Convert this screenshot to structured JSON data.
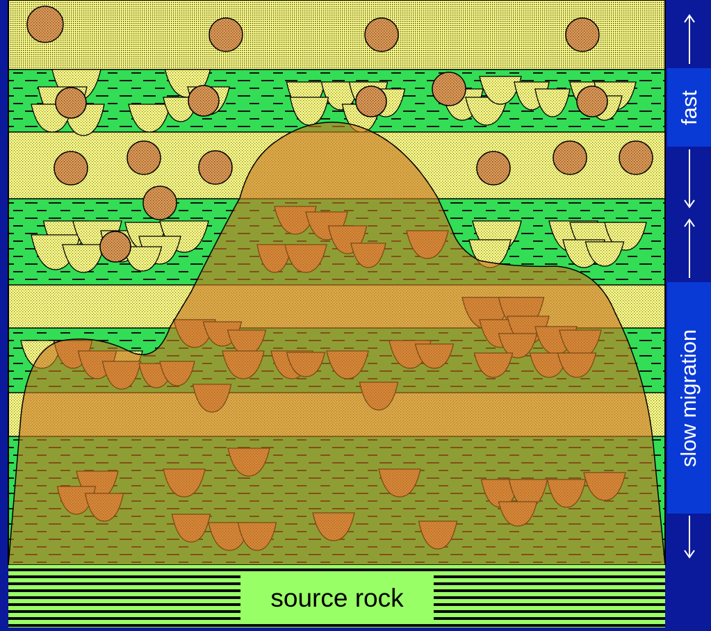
{
  "labels": {
    "fast": "fast",
    "slow_migration": "slow migration",
    "source_rock": "source rock"
  },
  "colors": {
    "background": "#0a1a9a",
    "sand": "#ffff88",
    "shale": "#33dd55",
    "source_rock": "#99ff66",
    "migrated_hydrocarbon": "#c87820",
    "ooid": "#e09a55",
    "label_box": "#0a3ad6"
  },
  "icons": [
    "arrow-up-icon",
    "arrow-down-icon"
  ]
}
